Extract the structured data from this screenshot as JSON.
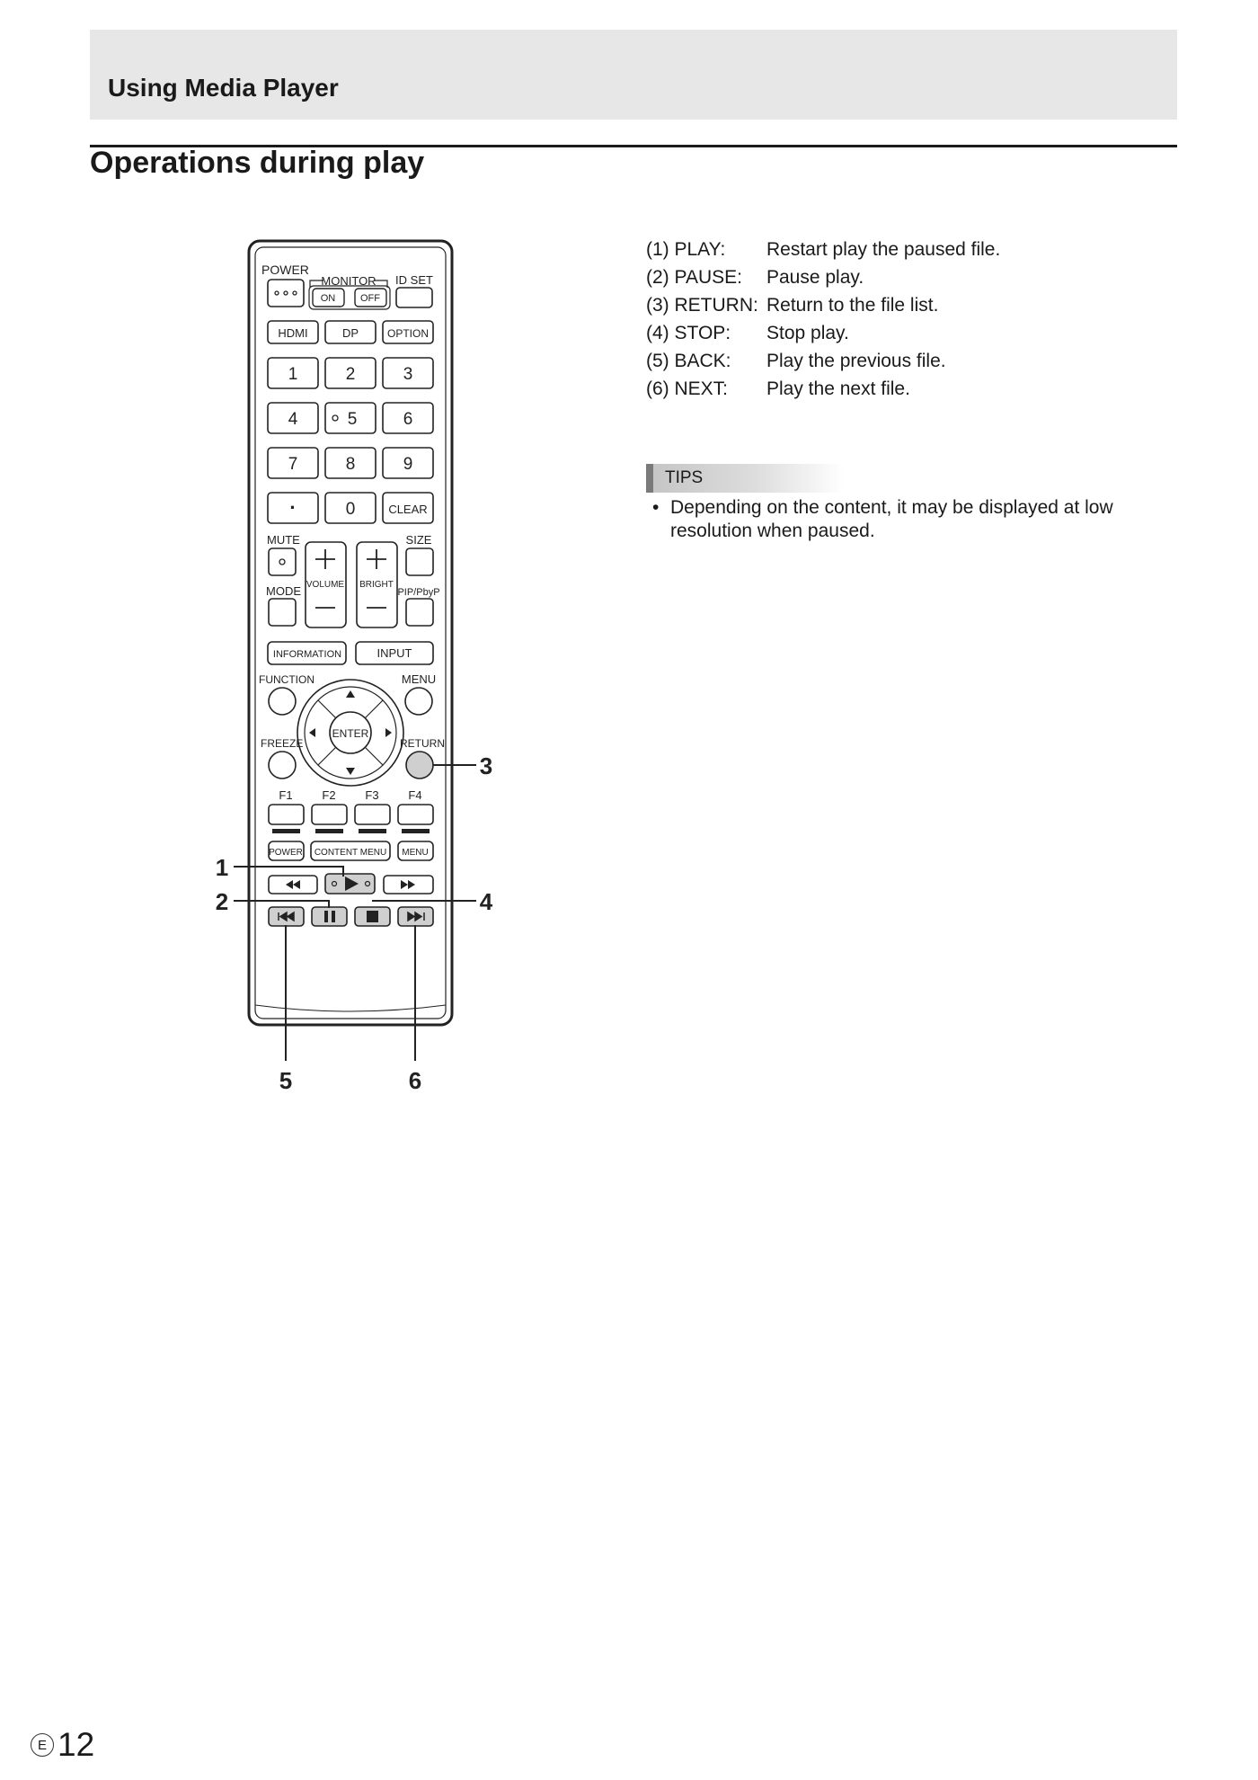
{
  "header": {
    "section": "Using Media Player",
    "page_title": "Operations during play"
  },
  "operations": [
    {
      "key": "(1) PLAY:",
      "desc": "Restart play the paused file."
    },
    {
      "key": "(2) PAUSE:",
      "desc": "Pause play."
    },
    {
      "key": "(3) RETURN:",
      "desc": "Return to the file list."
    },
    {
      "key": "(4) STOP:",
      "desc": "Stop play."
    },
    {
      "key": "(5) BACK:",
      "desc": "Play the previous file."
    },
    {
      "key": "(6) NEXT:",
      "desc": "Play the next file."
    }
  ],
  "tips": {
    "label": "TIPS",
    "bullet": "•",
    "text": "Depending on the content, it may be displayed at low resolution when paused."
  },
  "remote": {
    "power": "POWER",
    "monitor": "MONITOR",
    "on": "ON",
    "off": "OFF",
    "id_set": "ID SET",
    "hdmi": "HDMI",
    "dp": "DP",
    "option": "OPTION",
    "digits": [
      "1",
      "2",
      "3",
      "4",
      "5",
      "6",
      "7",
      "8",
      "9",
      "·",
      "0",
      "CLEAR"
    ],
    "mute": "MUTE",
    "size": "SIZE",
    "mode": "MODE",
    "volume": "VOLUME",
    "bright": "BRIGHT",
    "pip": "PIP/PbyP",
    "information": "INFORMATION",
    "input": "INPUT",
    "function": "FUNCTION",
    "menu": "MENU",
    "enter": "ENTER",
    "freeze": "FREEZE",
    "return": "RETURN",
    "f1": "F1",
    "f2": "F2",
    "f3": "F3",
    "f4": "F4",
    "media_power": "POWER",
    "content_menu": "CONTENT MENU",
    "media_menu": "MENU",
    "callouts": [
      "1",
      "2",
      "3",
      "4",
      "5",
      "6"
    ]
  },
  "footer": {
    "region": "E",
    "page_number": "12"
  }
}
